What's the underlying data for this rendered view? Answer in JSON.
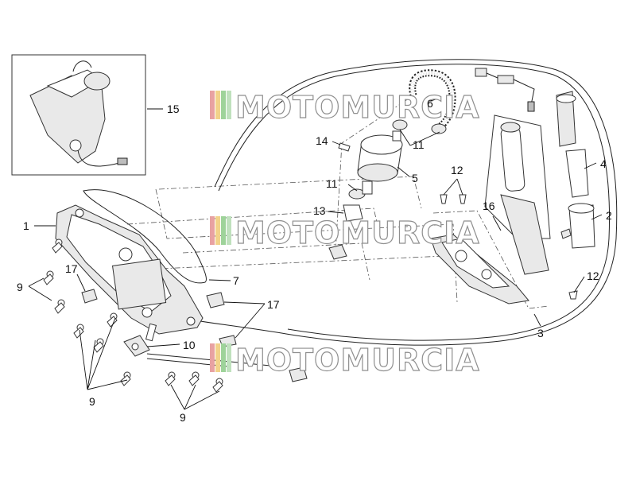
{
  "watermark": {
    "text": "MOTOMURCIA",
    "stripe_colors": [
      "#e8a2a2",
      "#f2d28a",
      "#9ed39a",
      "#bfe1bd"
    ]
  },
  "callouts": [
    {
      "id": "label-1",
      "text": "1"
    },
    {
      "id": "label-2",
      "text": "2"
    },
    {
      "id": "label-3",
      "text": "3"
    },
    {
      "id": "label-4",
      "text": "4"
    },
    {
      "id": "label-5",
      "text": "5"
    },
    {
      "id": "label-6",
      "text": "6"
    },
    {
      "id": "label-7",
      "text": "7"
    },
    {
      "id": "label-9a",
      "text": "9"
    },
    {
      "id": "label-9b",
      "text": "9"
    },
    {
      "id": "label-9c",
      "text": "9"
    },
    {
      "id": "label-10",
      "text": "10"
    },
    {
      "id": "label-11a",
      "text": "11"
    },
    {
      "id": "label-11b",
      "text": "11"
    },
    {
      "id": "label-12a",
      "text": "12"
    },
    {
      "id": "label-12b",
      "text": "12"
    },
    {
      "id": "label-13",
      "text": "13"
    },
    {
      "id": "label-14",
      "text": "14"
    },
    {
      "id": "label-15",
      "text": "15"
    },
    {
      "id": "label-16",
      "text": "16"
    },
    {
      "id": "label-17a",
      "text": "17"
    },
    {
      "id": "label-17b",
      "text": "17"
    }
  ]
}
